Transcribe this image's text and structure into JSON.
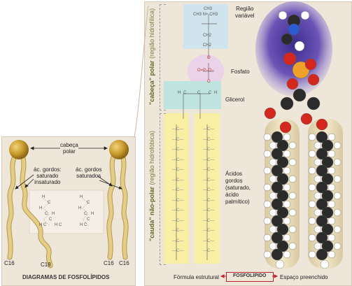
{
  "left_panel": {
    "head_label": "cabeça\npolar",
    "label_left": "ác. gordos:\nsaturado\ninsaturado",
    "label_right": "ác. gordos\nsaturados",
    "tail_labels": [
      "C16",
      "C18",
      "C16",
      "C16"
    ],
    "inset_left": [
      "H",
      "C",
      "H",
      "C",
      "H",
      "C",
      "H",
      "C",
      "H",
      "C"
    ],
    "inset_right": [
      "H",
      "C",
      "H",
      "C",
      "H",
      "C",
      "H",
      "C"
    ],
    "caption": "DIAGRAMAS DE FOSFOLÍPIDOS"
  },
  "right_panel": {
    "side_label_top": {
      "bold": "\"cabeça\" polar",
      "normal": "(região hidrofílica)"
    },
    "side_label_bottom": {
      "bold": "\"cauda\" não-polar",
      "normal": "(região hidrofóbica)"
    },
    "labels": {
      "variable": "Região\nvariável",
      "phosphate": "Fosfato",
      "glycerol": "Glicerol",
      "fatty_acids": "Ácidos\ngordos\n(saturado,\nácido\npalmítico)"
    },
    "head_atoms": [
      "CH3",
      "N+",
      "CH3",
      "CH3",
      "CH2",
      "CH2",
      "O",
      "O=P–O−",
      "O",
      "H",
      "C",
      "C",
      "C",
      "H"
    ],
    "bottom": {
      "left": "Fórmula estrutural",
      "middle": "FOSFOLÍPIDO",
      "right": "Espaço preenchido"
    }
  },
  "colors": {
    "panel_bg": "#efe6da",
    "head_gold": "#c79a2c",
    "tail_tan": "#e4cd86",
    "variable_blue": "#cfe4ec",
    "phosphate_pink": "#ead2e8",
    "glycerol_teal": "#bfe3de",
    "fatty_yellow": "#f8efa4",
    "arrow_red": "#b9232a",
    "atom_black": "#2b2b2b",
    "atom_red": "#d4281f",
    "atom_white": "#ffffff",
    "atom_blue": "#2c5bd3",
    "atom_orange": "#f0a12a"
  }
}
